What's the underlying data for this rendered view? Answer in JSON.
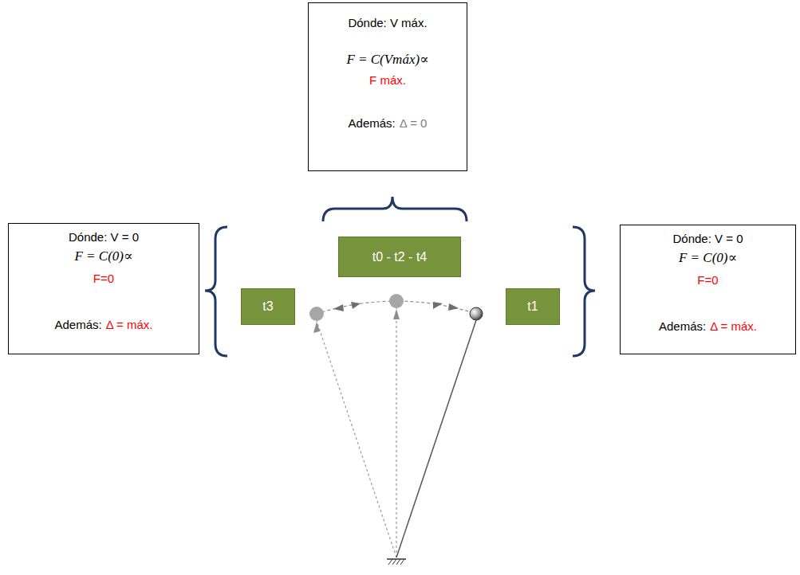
{
  "diagram": {
    "nodes": [
      {
        "text": [
          "Dónde: V máx.",
          "F = C(Vmáx)∝",
          "F máx.",
          "Además:",
          "Δ = 0"
        ]
      },
      {
        "text": [
          "Dónde: V = 0",
          "F = C(0)∝",
          "F=0",
          "Además:",
          "Δ = máx."
        ]
      },
      {
        "text": [
          "Dónde: V = 0",
          "F = C(0)∝",
          "F=0",
          "Además:",
          "Δ = máx."
        ]
      },
      {
        "text": [
          "t0 - t2 - t4"
        ]
      },
      {
        "text": [
          "t3"
        ]
      },
      {
        "text": [
          "t1"
        ]
      }
    ]
  }
}
